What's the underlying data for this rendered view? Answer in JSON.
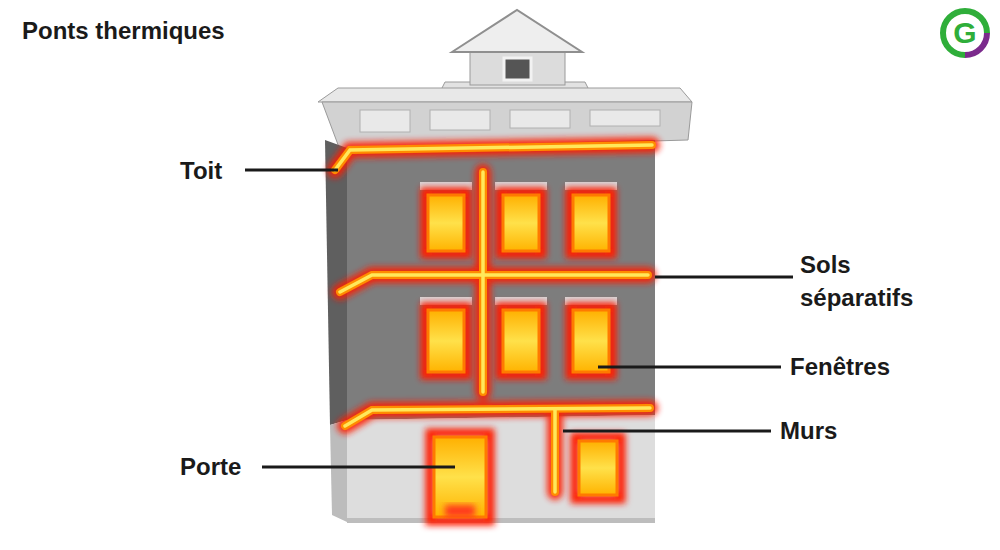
{
  "diagram": {
    "title": "Ponts thermiques",
    "labels": [
      "Toit",
      "Sols séparatifs",
      "Fenêtres",
      "Murs",
      "Porte",
      "G"
    ]
  }
}
